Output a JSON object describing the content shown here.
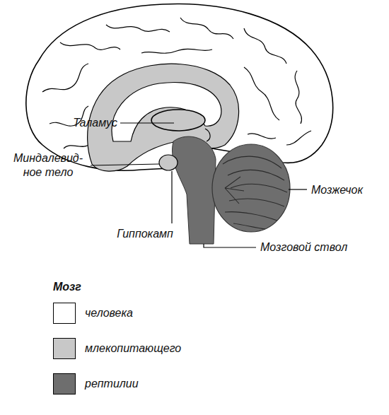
{
  "diagram": {
    "labels": [
      "Таламус",
      "Миндалевид- ное тело",
      "Гиппокамп",
      "Мозжечок",
      "Мозговой ствол",
      "Мозг"
    ],
    "legend": [
      {
        "text": "человека",
        "color": "#ffffff"
      },
      {
        "text": "млекопитающего",
        "color": "#c8c8c8"
      },
      {
        "text": "рептилии",
        "color": "#6e6e6e"
      }
    ]
  }
}
